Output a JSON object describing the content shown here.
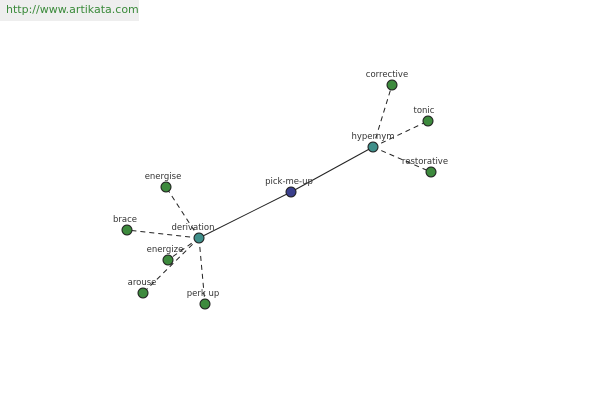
{
  "header": {
    "url": "http://www.artikata.com"
  },
  "graph": {
    "colors": {
      "center": "#3a3f8c",
      "hub": "#3f8f8a",
      "leaf": "#3d8a3d",
      "edge": "#222222"
    },
    "nodes": [
      {
        "id": "pick-me-up",
        "label": "pick-me-up",
        "kind": "center"
      },
      {
        "id": "hypernym",
        "label": "hypernym",
        "kind": "hub"
      },
      {
        "id": "derivation",
        "label": "derivation",
        "kind": "hub"
      },
      {
        "id": "corrective",
        "label": "corrective",
        "kind": "leaf"
      },
      {
        "id": "tonic",
        "label": "tonic",
        "kind": "leaf"
      },
      {
        "id": "restorative",
        "label": "restorative",
        "kind": "leaf"
      },
      {
        "id": "energise",
        "label": "energise",
        "kind": "leaf"
      },
      {
        "id": "brace",
        "label": "brace",
        "kind": "leaf"
      },
      {
        "id": "energize",
        "label": "energize",
        "kind": "leaf"
      },
      {
        "id": "arouse",
        "label": "arouse",
        "kind": "leaf"
      },
      {
        "id": "perk-up",
        "label": "perk up",
        "kind": "leaf"
      }
    ],
    "edges": [
      {
        "from": "pick-me-up",
        "to": "hypernym",
        "style": "solid"
      },
      {
        "from": "pick-me-up",
        "to": "derivation",
        "style": "solid"
      },
      {
        "from": "hypernym",
        "to": "corrective",
        "style": "dashed"
      },
      {
        "from": "hypernym",
        "to": "tonic",
        "style": "dashed"
      },
      {
        "from": "hypernym",
        "to": "restorative",
        "style": "dashed"
      },
      {
        "from": "derivation",
        "to": "energise",
        "style": "dashed"
      },
      {
        "from": "derivation",
        "to": "brace",
        "style": "dashed"
      },
      {
        "from": "derivation",
        "to": "energize",
        "style": "dashed"
      },
      {
        "from": "derivation",
        "to": "arouse",
        "style": "dashed"
      },
      {
        "from": "derivation",
        "to": "perk-up",
        "style": "dashed"
      }
    ]
  }
}
